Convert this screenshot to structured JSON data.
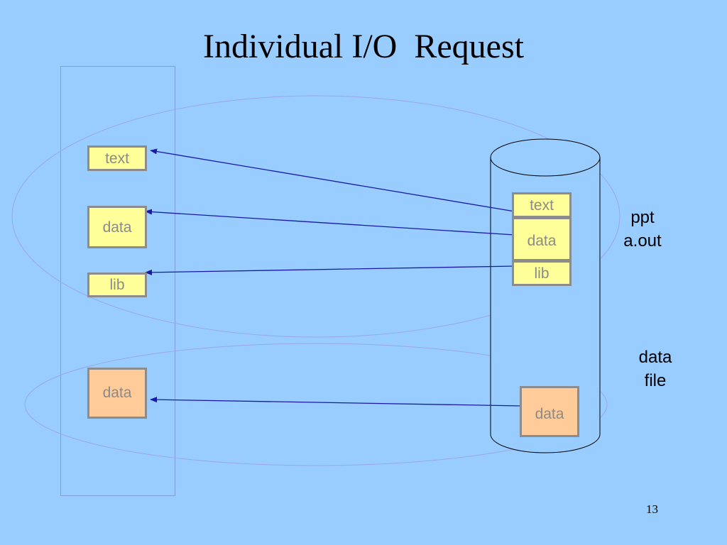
{
  "slide": {
    "title": "Individual I/O  Request",
    "page_number": "13"
  },
  "memory": {
    "segments": [
      {
        "id": "text",
        "label": "text"
      },
      {
        "id": "data",
        "label": "data"
      },
      {
        "id": "lib",
        "label": "lib"
      },
      {
        "id": "file-data",
        "label": "data"
      }
    ]
  },
  "disk": {
    "segments": [
      {
        "id": "text",
        "label": "text"
      },
      {
        "id": "data",
        "label": "data"
      },
      {
        "id": "lib",
        "label": "lib"
      },
      {
        "id": "file-data",
        "label": "data"
      }
    ]
  },
  "labels": {
    "executable_line1": "ppt",
    "executable_line2": "a.out",
    "datafile_line1": "data",
    "datafile_line2": "file"
  },
  "colors": {
    "background": "#99ccff",
    "program_segment": "#ffff99",
    "file_segment": "#ffcc99",
    "arrow": "#1a1aa6",
    "ellipse": "#9aa6ee"
  }
}
